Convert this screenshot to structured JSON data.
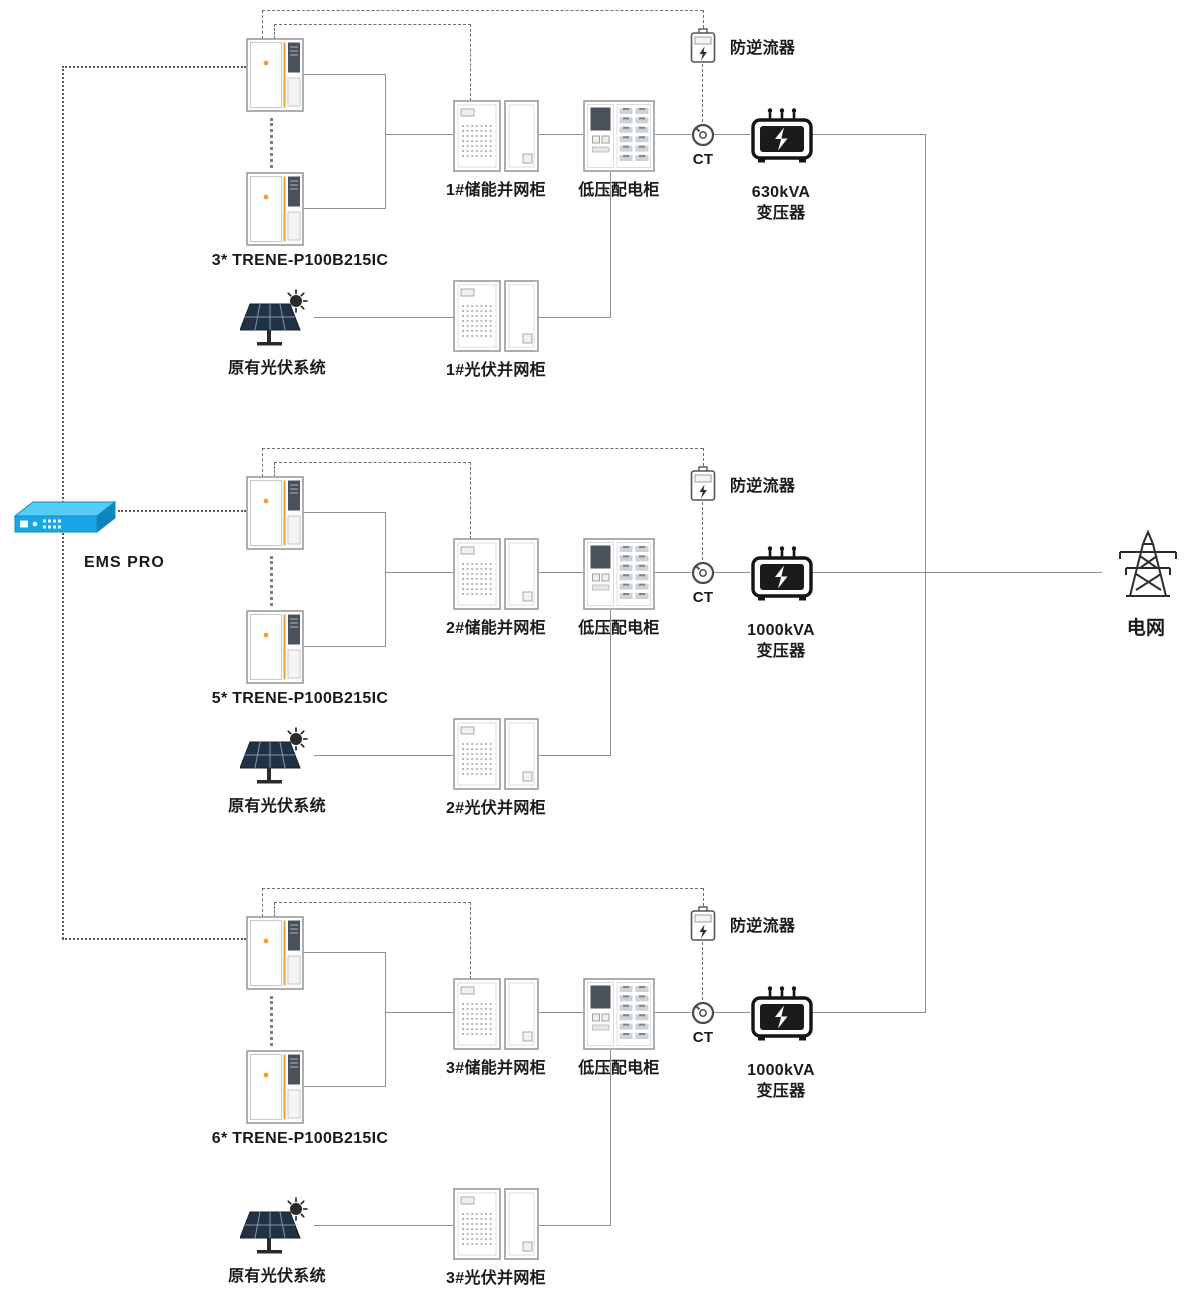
{
  "ems": {
    "label": "EMS PRO"
  },
  "grid": {
    "label": "电网"
  },
  "icons": {
    "battery": "battery-cabinet-icon",
    "pv": "solar-panel-sun-icon",
    "grid_cabinet": "grid-connection-cabinet-icon",
    "lv_cabinet": "lv-distribution-cabinet-icon",
    "anti_backflow": "anti-backflow-meter-icon",
    "ct": "current-transformer-icon",
    "transformer": "transformer-icon",
    "ems_device": "ems-gateway-icon",
    "power_grid": "transmission-tower-icon"
  },
  "sections": [
    {
      "battery_label": "3* TRENE-P100B215IC",
      "pv_label": "原有光伏系统",
      "storage_cabinet_label": "1#储能并网柜",
      "lv_cabinet_label": "低压配电柜",
      "pv_cabinet_label": "1#光伏并网柜",
      "anti_backflow_label": "防逆流器",
      "ct_label": "CT",
      "transformer_capacity": "630kVA",
      "transformer_type": "变压器"
    },
    {
      "battery_label": "5* TRENE-P100B215IC",
      "pv_label": "原有光伏系统",
      "storage_cabinet_label": "2#储能并网柜",
      "lv_cabinet_label": "低压配电柜",
      "pv_cabinet_label": "2#光伏并网柜",
      "anti_backflow_label": "防逆流器",
      "ct_label": "CT",
      "transformer_capacity": "1000kVA",
      "transformer_type": "变压器"
    },
    {
      "battery_label": "6* TRENE-P100B215IC",
      "pv_label": "原有光伏系统",
      "storage_cabinet_label": "3#储能并网柜",
      "lv_cabinet_label": "低压配电柜",
      "pv_cabinet_label": "3#光伏并网柜",
      "anti_backflow_label": "防逆流器",
      "ct_label": "CT",
      "transformer_capacity": "1000kVA",
      "transformer_type": "变压器"
    }
  ]
}
